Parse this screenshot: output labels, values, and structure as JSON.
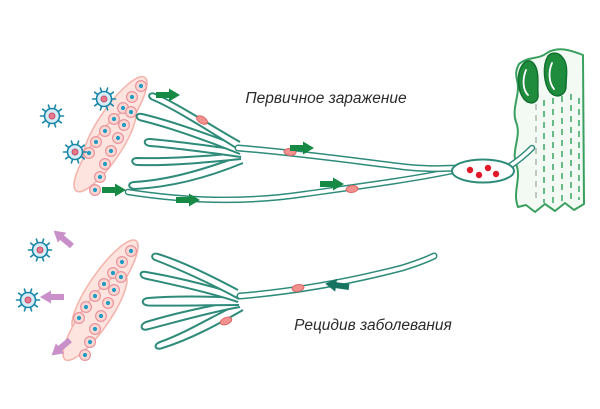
{
  "labels": {
    "primary": "Первичное заражение",
    "recurrence": "Рецидив заболевания"
  },
  "colors": {
    "background": "#ffffff",
    "nerve_outline": "#2e8b7a",
    "nerve_fill": "#ffffff",
    "skin_fill": "#fde4df",
    "skin_outline": "#f3b3ab",
    "skin_cell_fill": "#fbd7d2",
    "skin_cell_outline": "#e8949c",
    "skin_cell_nucleus": "#1f9cc4",
    "virus_outline": "#1b87a8",
    "virus_body": "#d6edf6",
    "virus_core": "#e8788a",
    "arrow_green": "#168a45",
    "arrow_teal": "#15735f",
    "arrow_pink": "#c98fc9",
    "red_particles": "#e01828",
    "ganglion_cell_nuclei": "#1e8c3c",
    "cell_body_outline": "#3aa060",
    "schwann_nucleus": "#f2918e"
  },
  "scenes": {
    "primary": {
      "flow_direction": "right-toward-ganglion",
      "skin_virus_count": 3,
      "red_particle_count": 4
    },
    "recurrence": {
      "flow_direction": "left-toward-skin",
      "released_virus_count": 2,
      "release_arrow_count": 3
    }
  }
}
